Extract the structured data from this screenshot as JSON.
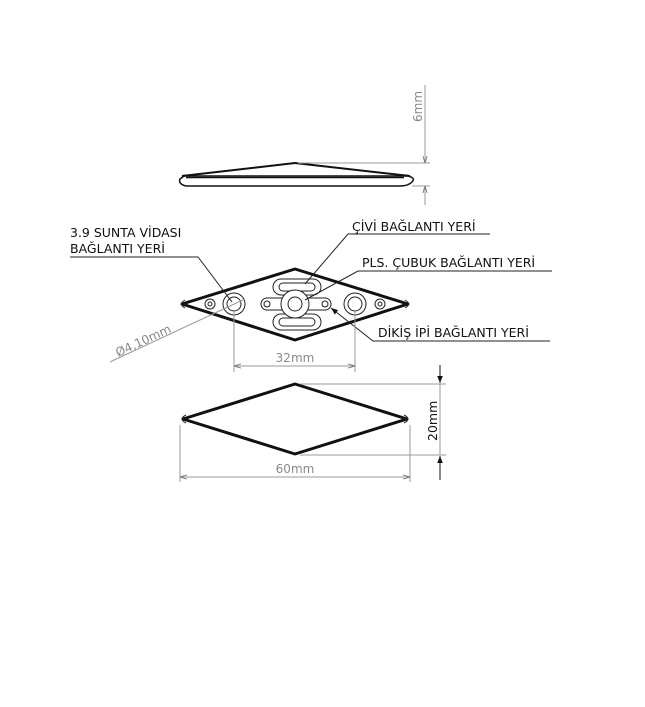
{
  "side_view": {
    "height_dim": "6mm"
  },
  "top_view": {
    "labels": {
      "screw": [
        "3.9 SUNTA VİDASI",
        "BAĞLANTI YERİ"
      ],
      "nail": "ÇİVİ BAĞLANTI YERİ",
      "rod": "PLS. ÇUBUK BAĞLANTI YERİ",
      "suture": "DİKİŞ İPİ BAĞLANTI YERİ"
    },
    "hole_diameter_dim": "Ø4,10mm",
    "hole_spacing_dim": "32mm"
  },
  "outline_view": {
    "height_dim": "20mm",
    "width_dim": "60mm"
  },
  "colors": {
    "line": "#111111",
    "dimension": "#999999"
  }
}
